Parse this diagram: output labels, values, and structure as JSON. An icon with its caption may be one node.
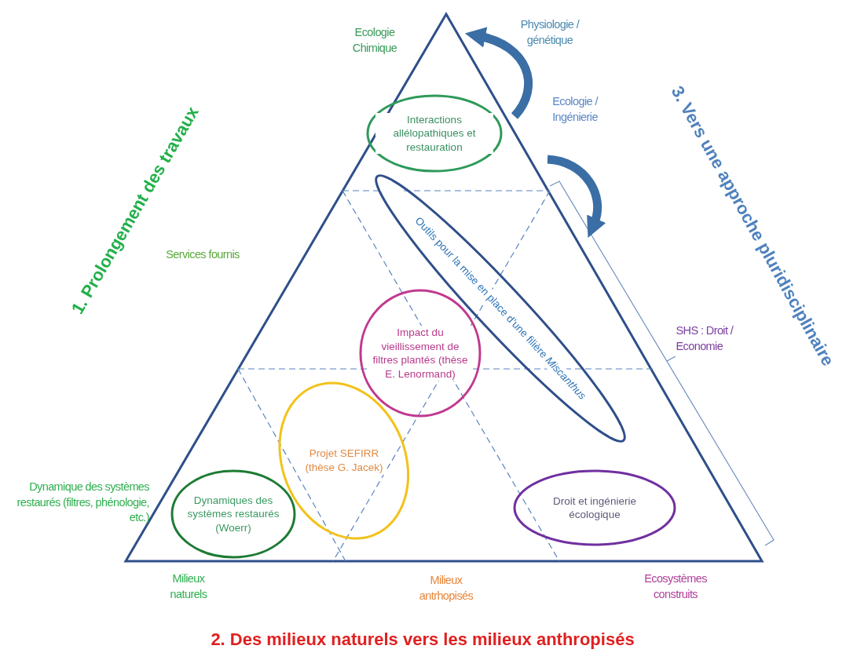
{
  "diagram": {
    "nodes": [
      {
        "text": [
          "Interactions allélopathiques et restauration"
        ]
      },
      {
        "text": [
          "Outils pour la mise en place d’une filière *Miscanthus*"
        ]
      },
      {
        "text": [
          "Impact du vieillissement de filtres plantés (thèse E. Lenormand)"
        ]
      },
      {
        "text": [
          "Projet SEFIRR (thèse G. Jacek)"
        ]
      },
      {
        "text": [
          "Dynamiques des systèmes restaurés (Woerr)"
        ]
      },
      {
        "text": [
          "Droit et ingénierie écologique"
        ]
      }
    ],
    "labels": [
      "Ecologie Chimique",
      "Physiologie / génétique",
      "Ecologie / Ingénierie",
      "1. Prolongement des travaux",
      "3. Vers une approche pluridisciplinaire",
      "Services fournis",
      "SHS : Droit / Economie",
      "Dynamique des systèmes restaurés (filtres, phénologie, etc.)",
      "Milieux naturels",
      "Milieux antrhopisés",
      "Ecosystèmes construits",
      "2. Des milieux naturels vers les milieux anthropisés"
    ]
  }
}
